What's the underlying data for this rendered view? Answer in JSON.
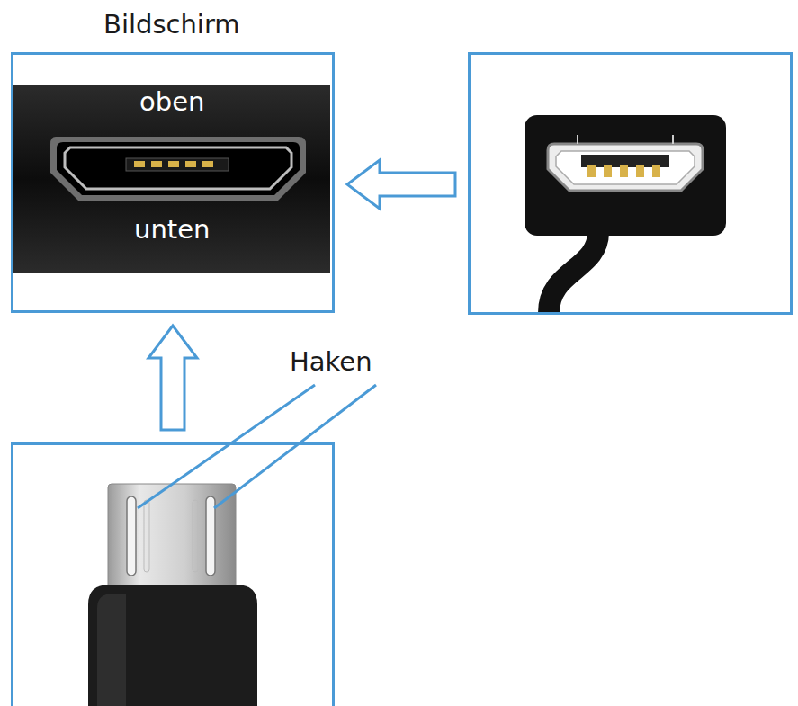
{
  "diagram": {
    "nodes": [
      {
        "text": [
          "Bildschirm",
          "oben",
          "unten"
        ]
      },
      {
        "text": []
      },
      {
        "text": []
      }
    ],
    "edges": [
      {
        "from": 1,
        "to": 0,
        "arrow": "to"
      },
      {
        "from": 2,
        "to": 0,
        "arrow": "to"
      }
    ],
    "labels": [
      "Haken"
    ]
  }
}
